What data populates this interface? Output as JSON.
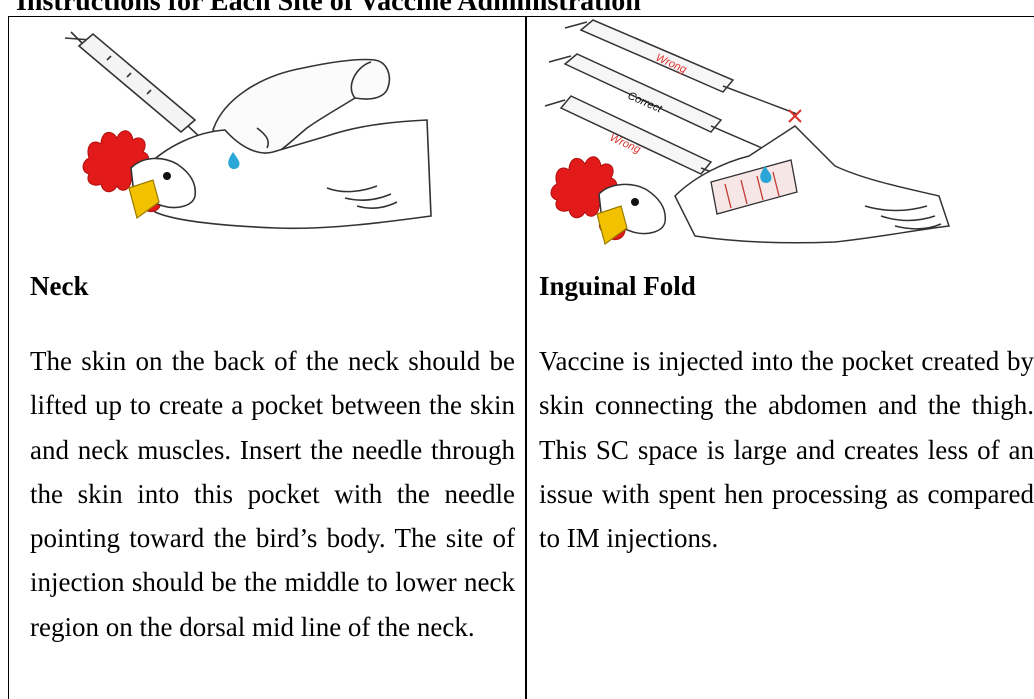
{
  "document": {
    "title": "Instructions for Each Site of Vaccine Administration"
  },
  "sites": [
    {
      "heading": "Neck",
      "description": "The skin on the back of the neck should be lifted up to create a pocket between the skin and neck muscles. Insert the needle through the skin into this pocket with the needle pointing toward the bird’s body. The site of injection should be the middle to lower neck region on the dorsal mid line of the neck."
    },
    {
      "heading": "Inguinal Fold",
      "description": "Vaccine is injected into the pocket created by skin connecting the abdomen and the thigh. This SC space is large and creates less of an issue with spent hen processing as compared to IM injections.",
      "syringe_labels": {
        "top": "Wrong",
        "middle": "Correct",
        "bottom": "Wrong"
      }
    }
  ],
  "colors": {
    "comb": "#e21a1a",
    "beak": "#f2c200",
    "drop": "#2aa7d6",
    "wrong_label": "#d9322c",
    "outline": "#222222"
  }
}
